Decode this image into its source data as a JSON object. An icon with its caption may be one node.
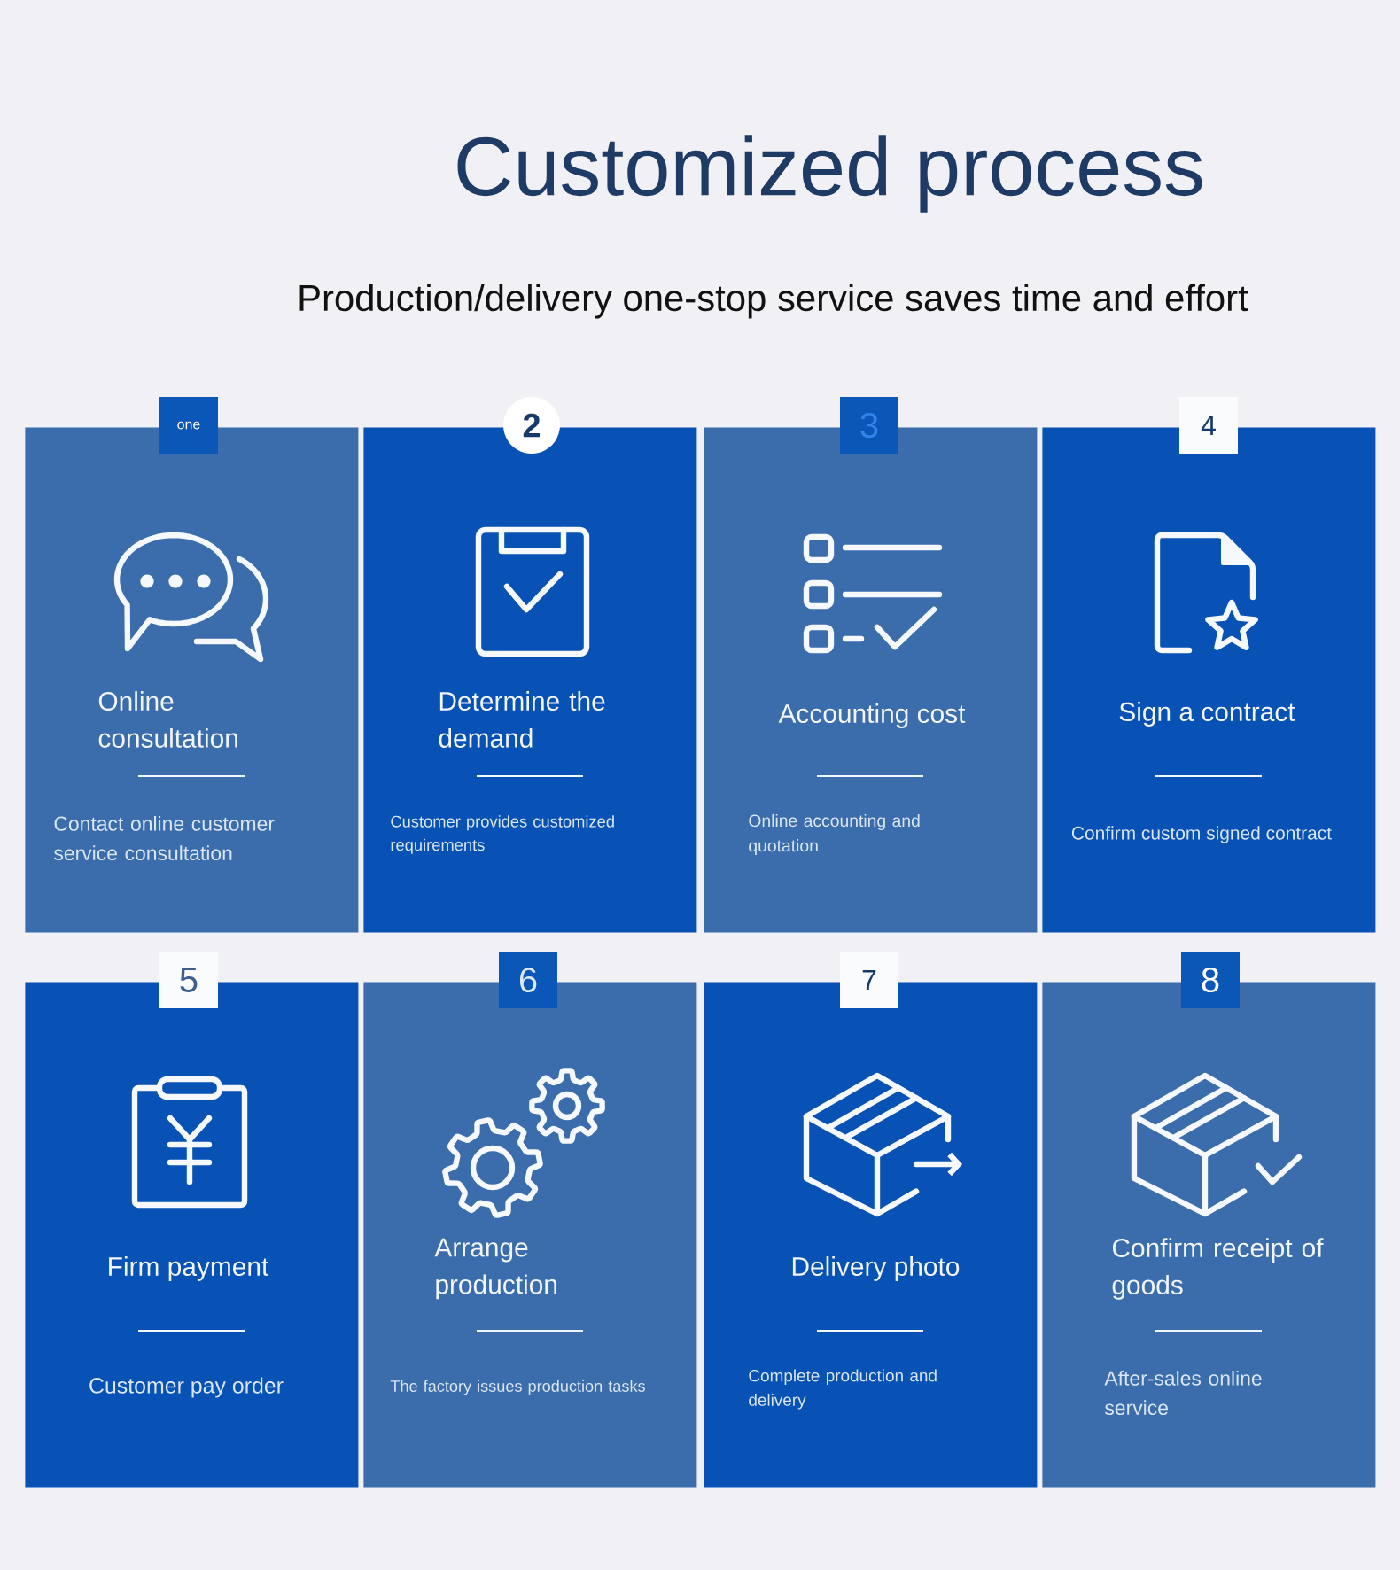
{
  "diagram": {
    "title": "Customized process",
    "labels": [
      "Production/delivery one-stop service saves time and effort"
    ],
    "nodes": [
      {
        "text": [
          "one"
        ]
      },
      {
        "text": [
          "Online consultation",
          "Contact online customer service consultation"
        ]
      },
      {
        "text": [
          "2"
        ]
      },
      {
        "text": [
          "Determine the demand",
          "Customer provides customized requirements"
        ]
      },
      {
        "text": [
          "3"
        ]
      },
      {
        "text": [
          "Accounting cost",
          "Online accounting and quotation"
        ]
      },
      {
        "text": [
          "4"
        ]
      },
      {
        "text": [
          "Sign a contract",
          "Confirm custom signed contract"
        ]
      },
      {
        "text": [
          "5"
        ]
      },
      {
        "text": [
          "Firm payment",
          "Customer pay order"
        ]
      },
      {
        "text": [
          "6"
        ]
      },
      {
        "text": [
          "Arrange production",
          "The factory issues production tasks"
        ]
      },
      {
        "text": [
          "7"
        ]
      },
      {
        "text": [
          "Delivery photo",
          "Complete production and delivery"
        ]
      },
      {
        "text": [
          "8"
        ]
      },
      {
        "text": [
          "Confirm receipt of goods",
          "After-sales online service"
        ]
      }
    ]
  }
}
